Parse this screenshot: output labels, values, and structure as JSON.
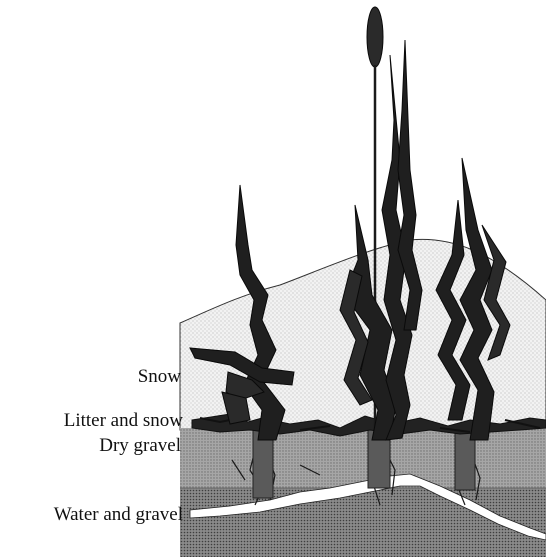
{
  "labels": {
    "snow": "Snow",
    "litter_and_snow": "Litter and snow",
    "dry_gravel": "Dry gravel",
    "water_and_gravel": "Water and gravel"
  },
  "colors": {
    "background": "#ffffff",
    "snow_fill": "#ececec",
    "dry_gravel_fill": "#9a9a9a",
    "water_gravel_fill": "#7a7a7a",
    "plant_fill": "#1a1a1a",
    "ice_lens": "#f5f5f5"
  }
}
